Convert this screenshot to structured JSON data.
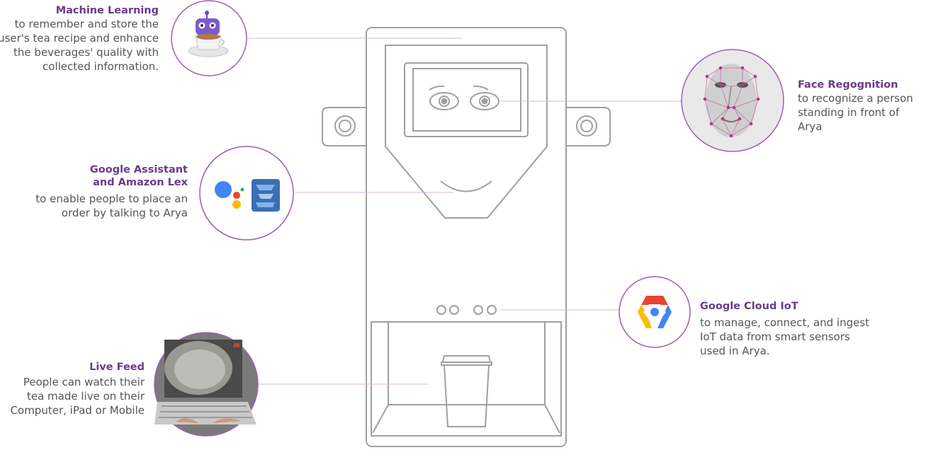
{
  "features": {
    "machine_learning": {
      "title": "Machine Learning",
      "description": "to remember and store the user's tea recipe and enhance the beverages' quality with collected information.",
      "icon": "robot-teacup-icon"
    },
    "face_recognition": {
      "title": "Face Regognition",
      "description": "to recognize a person standing in front of Arya",
      "icon": "face-mesh-icon"
    },
    "voice": {
      "title_line1": "Google Assistant",
      "title_line2": "and Amazon Lex",
      "description": "to enable people to place an order by talking to Arya",
      "icons": [
        "google-assistant-icon",
        "amazon-lex-icon"
      ]
    },
    "iot": {
      "title": "Google Cloud IoT",
      "description": "to manage, connect, and ingest IoT data from smart sensors used in Arya.",
      "icon": "google-cloud-iot-icon"
    },
    "live_feed": {
      "title": "Live Feed",
      "description": "People can watch their tea made live on their Computer, iPad or Mobile",
      "icon": "laptop-live-feed-icon"
    }
  },
  "colors": {
    "accent_purple": "#6b3a8a",
    "circle_border": "#9a5fb5",
    "machine_outline": "#a0a0a0",
    "connector": "#d3b8dd",
    "text": "#555555"
  }
}
